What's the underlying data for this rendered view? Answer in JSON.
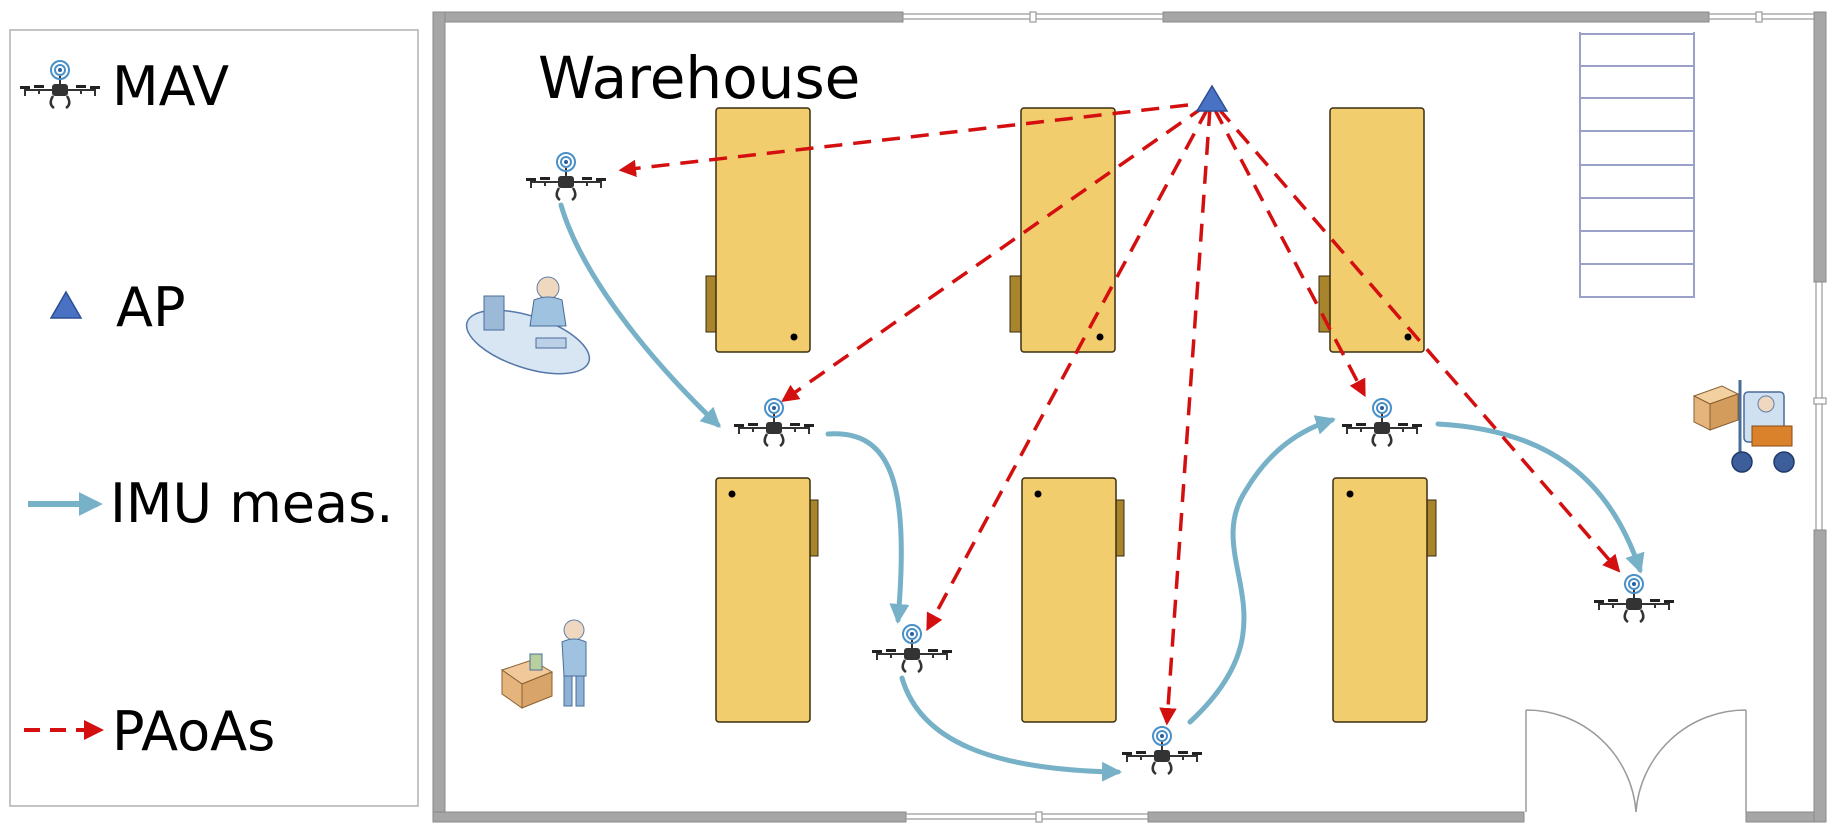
{
  "legend": {
    "items": [
      {
        "key": "mav",
        "label": "MAV",
        "icon": "drone-icon"
      },
      {
        "key": "ap",
        "label": "AP",
        "icon": "triangle-icon"
      },
      {
        "key": "imu",
        "label": "IMU meas.",
        "icon": "solid-arrow-icon"
      },
      {
        "key": "paoa",
        "label": "PAoAs",
        "icon": "dashed-arrow-icon"
      }
    ]
  },
  "map": {
    "title": "Warehouse"
  },
  "colors": {
    "imu_arrow": "#77b1c8",
    "paoa_arrow": "#d40f0f",
    "ap_marker": "#4a72c4",
    "shelf_fill": "#f2cd6e",
    "wall": "#a6a6a6"
  }
}
